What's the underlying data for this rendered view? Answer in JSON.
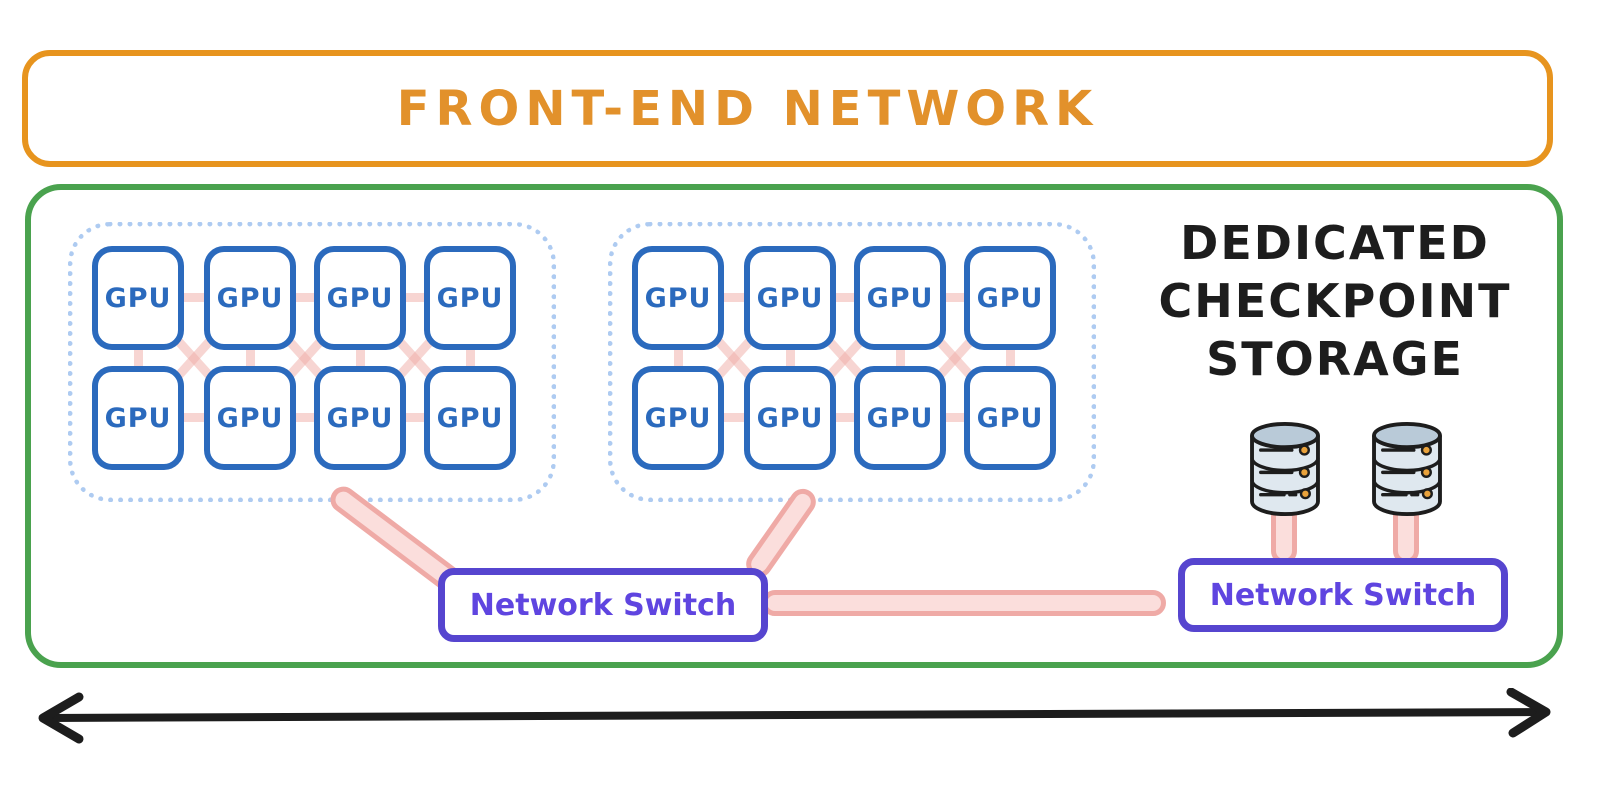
{
  "front_end_network": {
    "label": "FRONT-END NETWORK"
  },
  "gpu_clusters": [
    {
      "name": "gpu-cluster-1",
      "gpus": [
        "GPU",
        "GPU",
        "GPU",
        "GPU",
        "GPU",
        "GPU",
        "GPU",
        "GPU"
      ]
    },
    {
      "name": "gpu-cluster-2",
      "gpus": [
        "GPU",
        "GPU",
        "GPU",
        "GPU",
        "GPU",
        "GPU",
        "GPU",
        "GPU"
      ]
    }
  ],
  "checkpoint_storage": {
    "title_lines": [
      "DEDICATED",
      "CHECKPOINT",
      "STORAGE"
    ],
    "database_icon_count": 2
  },
  "switches": [
    {
      "label": "Network Switch"
    },
    {
      "label": "Network Switch"
    }
  ],
  "icons": {
    "database": "database-cylinder-icon",
    "arrow": "bidirectional-horizontal-arrow"
  },
  "colors": {
    "front_end_border": "#E7941E",
    "front_end_text": "#E2912B",
    "enclosure_border": "#4AA24E",
    "gpu_border_and_text": "#2B6ABD",
    "cluster_dotted_border": "#AECBF1",
    "link_stroke": "#EFAAA6",
    "link_fill": "#FBDEDC",
    "switch_border": "#5645CF",
    "switch_text": "#5F45E0",
    "storage_title_text": "#1D1D1D",
    "database_body": "#DFE8EF",
    "database_top": "#B9CAD8",
    "database_led": "#E9A23B",
    "arrow": "#1D1D1D"
  }
}
